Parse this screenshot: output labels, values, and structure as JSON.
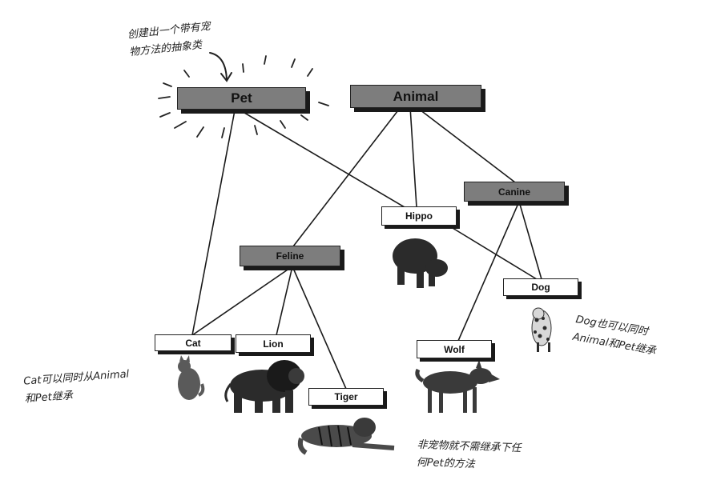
{
  "classes": {
    "pet": "Pet",
    "animal": "Animal",
    "canine": "Canine",
    "hippo": "Hippo",
    "feline": "Feline",
    "dog": "Dog",
    "cat": "Cat",
    "lion": "Lion",
    "wolf": "Wolf",
    "tiger": "Tiger"
  },
  "annotations": {
    "pet_note": [
      "创建出一个带有宠",
      "物方法的抽象类"
    ],
    "cat_note": [
      "Cat可以同时从Animal",
      "和Pet继承"
    ],
    "dog_note": [
      "Dog也可以同时",
      "Animal和Pet继承"
    ],
    "tiger_note": [
      "非宠物就不需继承下任",
      "何Pet的方法"
    ]
  },
  "colors": {
    "abstract_fill": "#7d7d7d",
    "concrete_fill": "#ffffff",
    "line": "#1a1a1a"
  }
}
